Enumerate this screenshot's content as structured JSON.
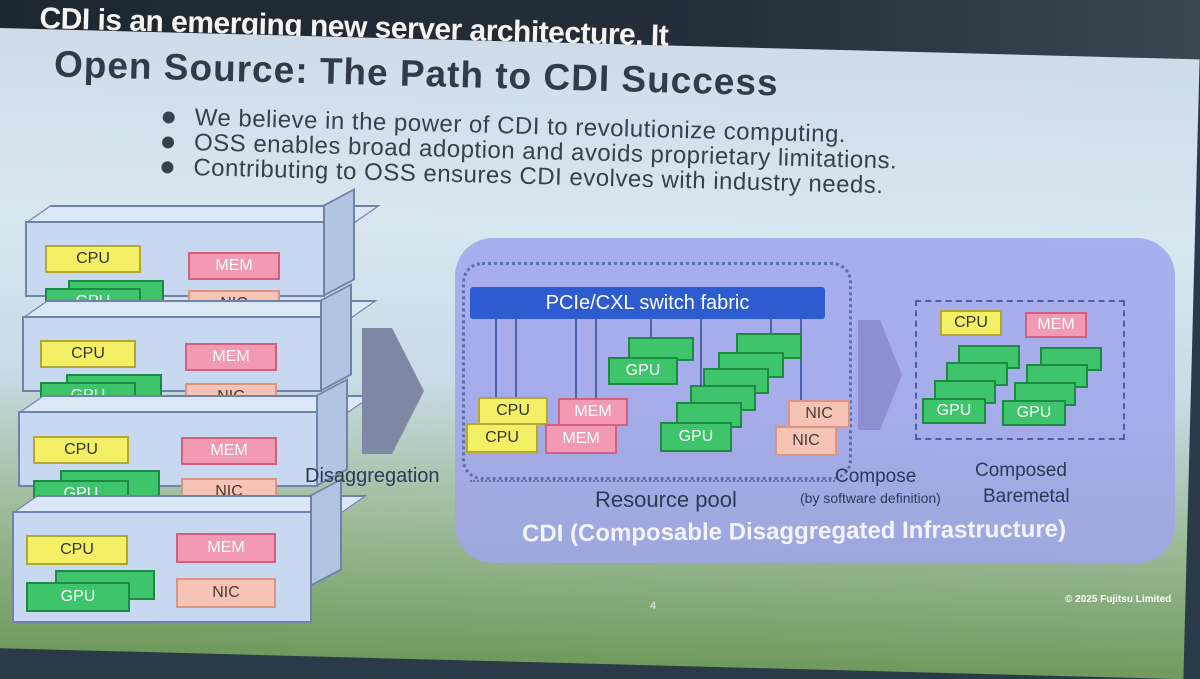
{
  "header_banner": "CDI is an emerging new server architecture. It",
  "title": "Open Source: The Path to CDI Success",
  "bullets": [
    "We believe in the power of CDI to revolutionize computing.",
    "OSS enables broad adoption and avoids proprietary limitations.",
    "Contributing to OSS ensures CDI evolves with industry needs."
  ],
  "server_labels": {
    "cpu": "CPU",
    "gpu": "GPU",
    "mem": "MEM",
    "nic": "NIC"
  },
  "labels": {
    "disaggregation": "Disaggregation",
    "fabric": "PCIe/CXL switch fabric",
    "resource_pool": "Resource pool",
    "compose": "Compose",
    "compose_sub": "(by software definition)",
    "composed": "Composed",
    "baremetal": "Baremetal",
    "cdi": "CDI (Composable Disaggregated Infrastructure)",
    "copyright": "© 2025 Fujitsu Limited",
    "page": "4"
  },
  "colors": {
    "cpu": "#f4f066",
    "gpu": "#3ec46a",
    "mem": "#f19ab2",
    "nic": "#f6c4b6",
    "fabric": "#2d5bd0",
    "cdi_panel": "#a0a5eb"
  }
}
